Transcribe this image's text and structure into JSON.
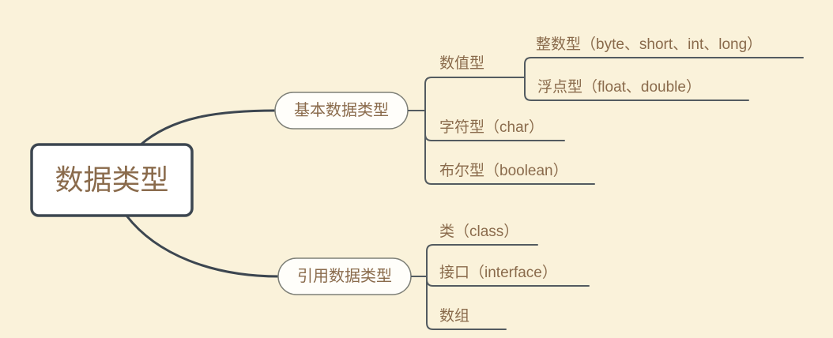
{
  "colors": {
    "background": "#faf2da",
    "main_branch": "#3c4650",
    "sub_branch": "#535b60",
    "topic_text": "#8a6b4c",
    "root_fill": "#ffffff",
    "pill_fill": "#fffefa",
    "pill_border": "#7e8078"
  },
  "mindmap": {
    "root": {
      "label": "数据类型"
    },
    "branches": [
      {
        "label": "基本数据类型",
        "children": [
          {
            "label": "数值型",
            "children": [
              {
                "label": "整数型（byte、short、int、long）"
              },
              {
                "label": "浮点型（float、double）"
              }
            ]
          },
          {
            "label": "字符型（char）"
          },
          {
            "label": "布尔型（boolean）"
          }
        ]
      },
      {
        "label": "引用数据类型",
        "children": [
          {
            "label": "类（class）"
          },
          {
            "label": "接口（interface）"
          },
          {
            "label": "数组"
          }
        ]
      }
    ]
  }
}
